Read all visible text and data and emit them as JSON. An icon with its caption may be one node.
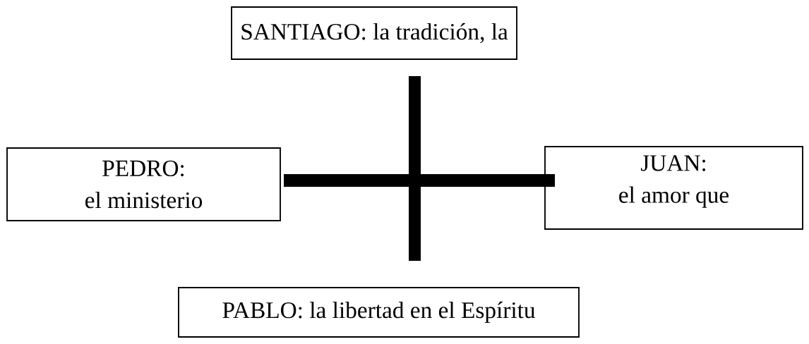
{
  "diagram": {
    "nodes": [
      {
        "text": [
          "SANTIAGO: la tradición, la"
        ]
      },
      {
        "text": [
          "PEDRO:",
          "el ministerio"
        ]
      },
      {
        "text": [
          "JUAN:",
          "el amor que"
        ]
      },
      {
        "text": [
          "PABLO: la libertad en el Espíritu"
        ]
      }
    ]
  }
}
